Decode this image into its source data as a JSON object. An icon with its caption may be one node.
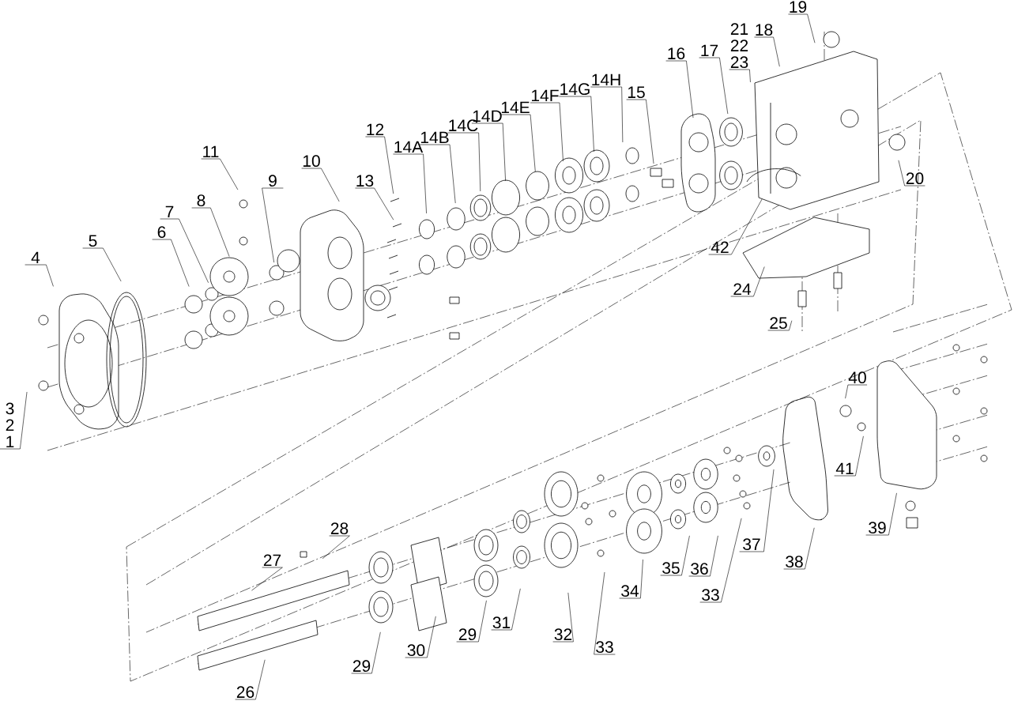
{
  "diagram": {
    "nodes": [
      {
        "text": [
          "3",
          "2",
          "1"
        ]
      },
      {
        "text": [
          "4"
        ]
      },
      {
        "text": [
          "5"
        ]
      },
      {
        "text": [
          "6"
        ]
      },
      {
        "text": [
          "7"
        ]
      },
      {
        "text": [
          "8"
        ]
      },
      {
        "text": [
          "9"
        ]
      },
      {
        "text": [
          "10"
        ]
      },
      {
        "text": [
          "11"
        ]
      },
      {
        "text": [
          "12"
        ]
      },
      {
        "text": [
          "13"
        ]
      },
      {
        "text": [
          "14A"
        ]
      },
      {
        "text": [
          "14B"
        ]
      },
      {
        "text": [
          "14C"
        ]
      },
      {
        "text": [
          "14D"
        ]
      },
      {
        "text": [
          "14E"
        ]
      },
      {
        "text": [
          "14F"
        ]
      },
      {
        "text": [
          "14G"
        ]
      },
      {
        "text": [
          "14H"
        ]
      },
      {
        "text": [
          "15"
        ]
      },
      {
        "text": [
          "16"
        ]
      },
      {
        "text": [
          "17"
        ]
      },
      {
        "text": [
          "21",
          "22",
          "23"
        ]
      },
      {
        "text": [
          "18"
        ]
      },
      {
        "text": [
          "19"
        ]
      },
      {
        "text": [
          "20"
        ]
      },
      {
        "text": [
          "42"
        ]
      },
      {
        "text": [
          "24"
        ]
      },
      {
        "text": [
          "25"
        ]
      },
      {
        "text": [
          "28"
        ]
      },
      {
        "text": [
          "27"
        ]
      },
      {
        "text": [
          "26"
        ]
      },
      {
        "text": [
          "29"
        ]
      },
      {
        "text": [
          "30"
        ]
      },
      {
        "text": [
          "29"
        ]
      },
      {
        "text": [
          "31"
        ]
      },
      {
        "text": [
          "32"
        ]
      },
      {
        "text": [
          "33"
        ]
      },
      {
        "text": [
          "34"
        ]
      },
      {
        "text": [
          "35"
        ]
      },
      {
        "text": [
          "36"
        ]
      },
      {
        "text": [
          "33"
        ]
      },
      {
        "text": [
          "37"
        ]
      },
      {
        "text": [
          "38"
        ]
      },
      {
        "text": [
          "39"
        ]
      },
      {
        "text": [
          "40"
        ]
      },
      {
        "text": [
          "41"
        ]
      }
    ],
    "edges": [
      {
        "from": 0,
        "to": null,
        "arrow": "none"
      },
      {
        "from": 1,
        "to": null,
        "arrow": "none"
      },
      {
        "from": 2,
        "to": null,
        "arrow": "none"
      },
      {
        "from": 3,
        "to": null,
        "arrow": "none"
      },
      {
        "from": 4,
        "to": null,
        "arrow": "none"
      },
      {
        "from": 5,
        "to": null,
        "arrow": "none"
      },
      {
        "from": 6,
        "to": null,
        "arrow": "none"
      },
      {
        "from": 7,
        "to": null,
        "arrow": "none"
      },
      {
        "from": 8,
        "to": null,
        "arrow": "none"
      },
      {
        "from": 9,
        "to": null,
        "arrow": "none"
      },
      {
        "from": 10,
        "to": null,
        "arrow": "none"
      },
      {
        "from": 11,
        "to": null,
        "arrow": "none"
      },
      {
        "from": 12,
        "to": null,
        "arrow": "none"
      },
      {
        "from": 13,
        "to": null,
        "arrow": "none"
      },
      {
        "from": 14,
        "to": null,
        "arrow": "none"
      },
      {
        "from": 15,
        "to": null,
        "arrow": "none"
      },
      {
        "from": 16,
        "to": null,
        "arrow": "none"
      },
      {
        "from": 17,
        "to": null,
        "arrow": "none"
      },
      {
        "from": 18,
        "to": null,
        "arrow": "none"
      },
      {
        "from": 19,
        "to": null,
        "arrow": "none"
      },
      {
        "from": 20,
        "to": null,
        "arrow": "none"
      },
      {
        "from": 21,
        "to": null,
        "arrow": "none"
      },
      {
        "from": 22,
        "to": null,
        "arrow": "none"
      },
      {
        "from": 23,
        "to": null,
        "arrow": "none"
      },
      {
        "from": 24,
        "to": null,
        "arrow": "none"
      },
      {
        "from": 25,
        "to": null,
        "arrow": "none"
      },
      {
        "from": 26,
        "to": null,
        "arrow": "none"
      },
      {
        "from": 27,
        "to": null,
        "arrow": "none"
      },
      {
        "from": 28,
        "to": null,
        "arrow": "none"
      },
      {
        "from": 29,
        "to": null,
        "arrow": "none"
      },
      {
        "from": 30,
        "to": null,
        "arrow": "none"
      },
      {
        "from": 31,
        "to": null,
        "arrow": "none"
      },
      {
        "from": 32,
        "to": null,
        "arrow": "none"
      },
      {
        "from": 33,
        "to": null,
        "arrow": "none"
      },
      {
        "from": 34,
        "to": null,
        "arrow": "none"
      },
      {
        "from": 35,
        "to": null,
        "arrow": "none"
      },
      {
        "from": 36,
        "to": null,
        "arrow": "none"
      },
      {
        "from": 37,
        "to": null,
        "arrow": "none"
      },
      {
        "from": 38,
        "to": null,
        "arrow": "none"
      },
      {
        "from": 39,
        "to": null,
        "arrow": "none"
      },
      {
        "from": 40,
        "to": null,
        "arrow": "none"
      },
      {
        "from": 41,
        "to": null,
        "arrow": "none"
      },
      {
        "from": 42,
        "to": null,
        "arrow": "none"
      },
      {
        "from": 43,
        "to": null,
        "arrow": "none"
      },
      {
        "from": 44,
        "to": null,
        "arrow": "none"
      },
      {
        "from": 45,
        "to": null,
        "arrow": "none"
      },
      {
        "from": 46,
        "to": null,
        "arrow": "none"
      }
    ]
  }
}
